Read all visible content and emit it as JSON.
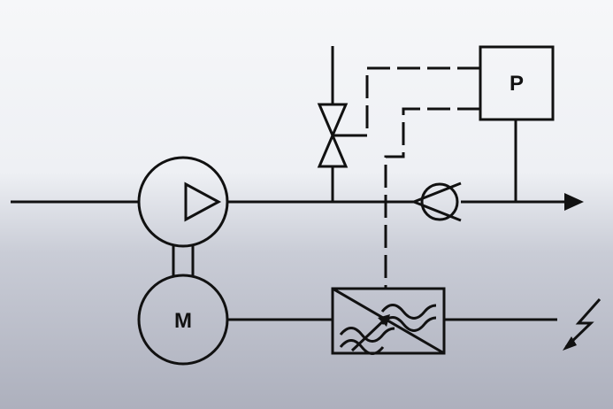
{
  "diagram": {
    "motor_label": "M",
    "pressure_label": "P",
    "colors": {
      "line": "#111111",
      "background_top": "#f6f7f9",
      "background_bottom": "#adb0bd"
    },
    "icons": {
      "pump": "pump-symbol",
      "motor": "motor-symbol",
      "valve": "control-valve-symbol",
      "check_valve": "check-valve-symbol",
      "pressure_sensor": "pressure-transmitter-symbol",
      "frequency_converter": "frequency-converter-symbol",
      "power_supply": "lightning-symbol"
    }
  }
}
